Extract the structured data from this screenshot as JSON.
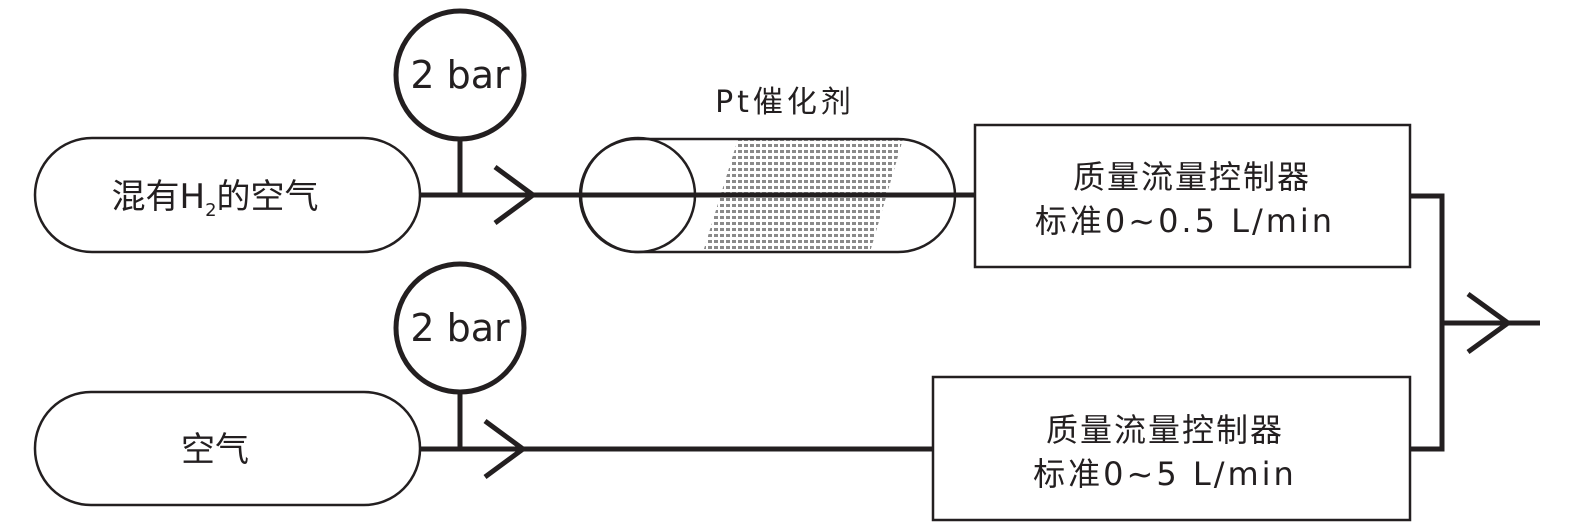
{
  "top_line": {
    "source_label_prefix": "混有H",
    "source_label_sub": "2",
    "source_label_suffix": "的空气",
    "gauge_label": "2 bar",
    "catalyst_label": "Pt催化剂",
    "controller_line1": "质量流量控制器",
    "controller_line2": "标准0~0.5 L/min"
  },
  "bottom_line": {
    "source_label": "空气",
    "gauge_label": "2 bar",
    "controller_line1": "质量流量控制器",
    "controller_line2": "标准0~5 L/min"
  },
  "colors": {
    "stroke": "#231f20",
    "hatch": "#888888"
  }
}
